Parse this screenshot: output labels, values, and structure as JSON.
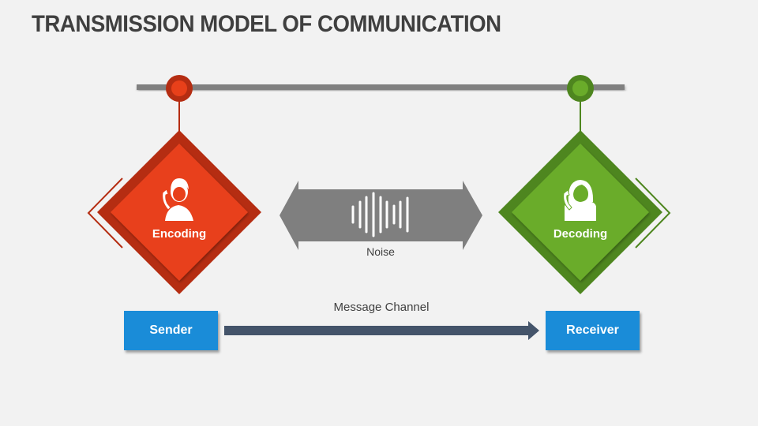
{
  "title": "TRANSMISSION MODEL OF COMMUNICATION",
  "colors": {
    "background": "#f2f2f2",
    "title": "#3f3f3f",
    "encoding_light": "#e8401a",
    "encoding_dark": "#b52d12",
    "decoding_light": "#6aac2a",
    "decoding_dark": "#4e861f",
    "noise_arrow": "#7f7f7f",
    "channel_arrow": "#44546a",
    "box": "#1a8cd8",
    "top_bar": "#808080"
  },
  "nodes": {
    "encoding": {
      "label": "Encoding",
      "icon": "male-person-phone-icon"
    },
    "decoding": {
      "label": "Decoding",
      "icon": "female-person-phone-icon"
    }
  },
  "noise": {
    "label": "Noise",
    "icon": "sound-wave-icon"
  },
  "channel": {
    "label": "Message Channel"
  },
  "boxes": {
    "sender": "Sender",
    "receiver": "Receiver"
  }
}
